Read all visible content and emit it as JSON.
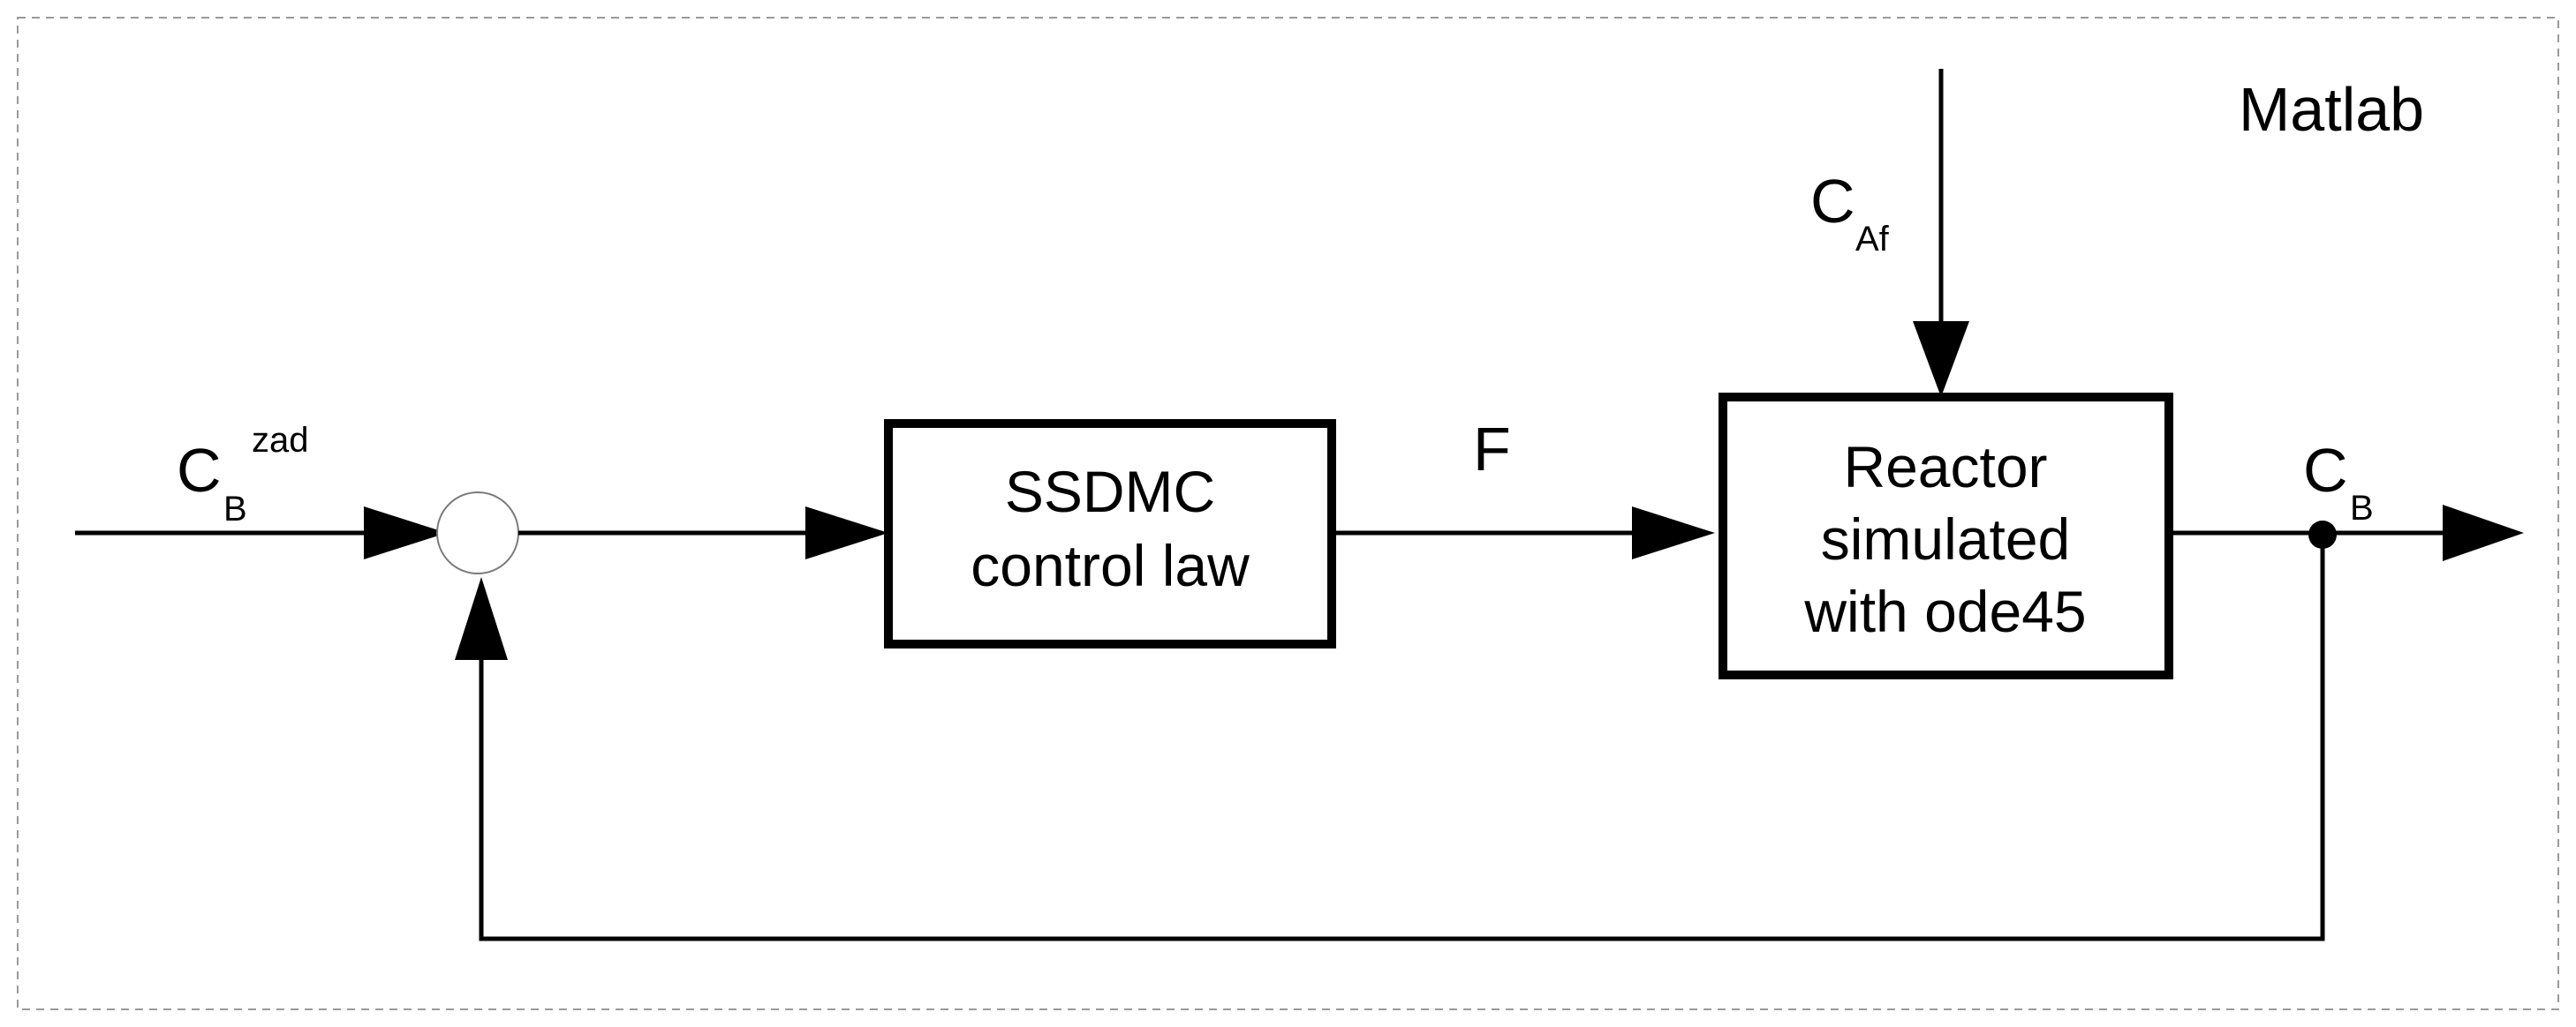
{
  "frame_label": "Matlab",
  "setpoint": {
    "main": "C",
    "sub": "B",
    "sup": "zad"
  },
  "controller": {
    "line1": "SSDMC",
    "line2": "control law"
  },
  "manipulated_variable": "F",
  "disturbance": {
    "main": "C",
    "sub": "Af"
  },
  "reactor": {
    "line1": "Reactor",
    "line2": "simulated",
    "line3": "with ode45"
  },
  "output": {
    "main": "C",
    "sub": "B"
  },
  "colors": {
    "line": "#000000",
    "frame": "#9a9a9a",
    "summing_junction": "#7a7a7a",
    "background": "#ffffff"
  }
}
